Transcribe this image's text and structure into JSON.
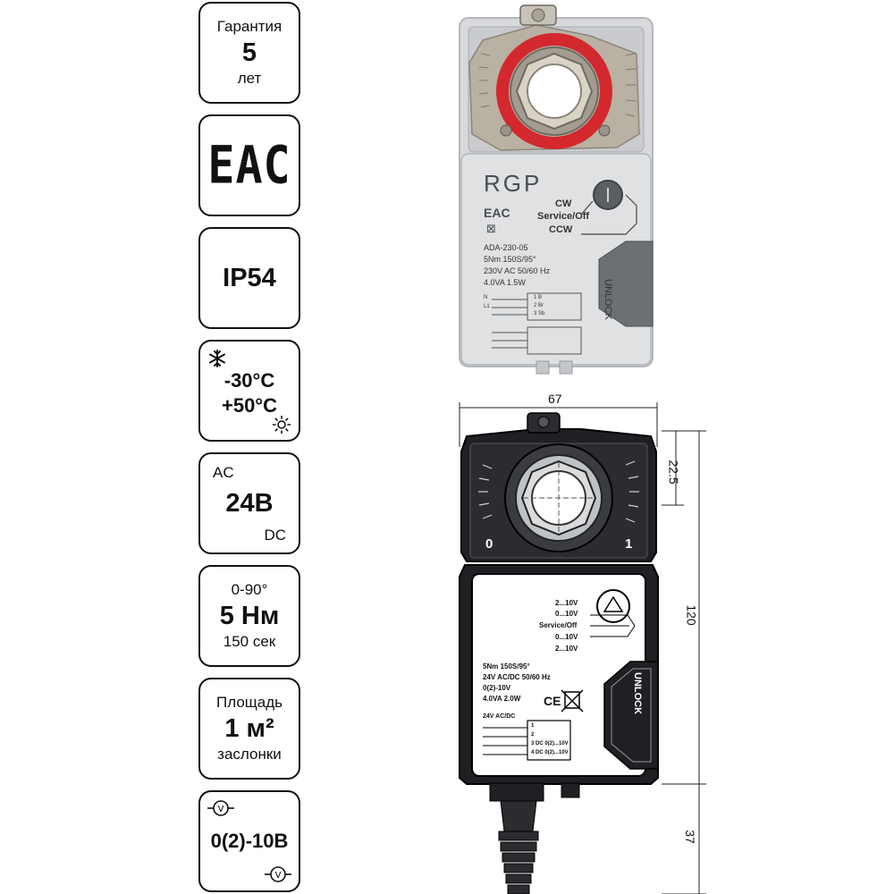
{
  "badges": {
    "warranty": {
      "top": "Гарантия",
      "value": "5",
      "bottom": "лет"
    },
    "eac": {
      "mark": "EAC"
    },
    "ip": {
      "value": "IP54"
    },
    "temperature": {
      "low": "-30°C",
      "high": "+50°C",
      "icons": [
        "snowflake-icon",
        "sun-icon"
      ]
    },
    "voltage": {
      "top": "AC",
      "value": "24В",
      "bottom": "DC"
    },
    "torque": {
      "top": "0-90°",
      "value": "5 Нм",
      "bottom": "150 сек"
    },
    "area": {
      "top": "Площадь",
      "value": "1 м²",
      "bottom": "заслонки"
    },
    "signal": {
      "value": "0(2)-10В",
      "icons": [
        "voltmeter-icon"
      ]
    }
  },
  "photo": {
    "brand": "RGP",
    "eac": "EAC",
    "model": "ADA-230-05",
    "spec1": "5Nm 150S/95°",
    "spec2": "230V AC 50/60 Hz",
    "spec3": "4.0VA 1.5W",
    "switch_cw": "CW",
    "switch_service": "Service/Off",
    "switch_ccw": "CCW",
    "unlock": "UNLOCK",
    "wiring_n": "N",
    "wiring_l": "L1",
    "wire1": "1 B",
    "wire2": "2 Br",
    "wire3": "3 Sb"
  },
  "drawing": {
    "dim_width": "67",
    "dim_top": "22.5",
    "dim_height": "120",
    "dim_cable": "37",
    "scale_left": "0",
    "scale_right": "1",
    "sw1": "2...10V",
    "sw2": "0...10V",
    "sw3": "Service/Off",
    "sw4": "0...10V",
    "sw5": "2...10V",
    "spec1": "5Nm  150S/95°",
    "spec2": "24V AC/DC  50/60 Hz",
    "spec3": "0(2)-10V",
    "spec4": "4.0VA  2.0W",
    "ce": "CE",
    "supply": "24V AC/DC",
    "unlock": "UNLOCK",
    "term1": "1",
    "term2": "2",
    "term3": "3  DC 0(2)...10V",
    "term4": "4  DC 0(2)...10V"
  }
}
